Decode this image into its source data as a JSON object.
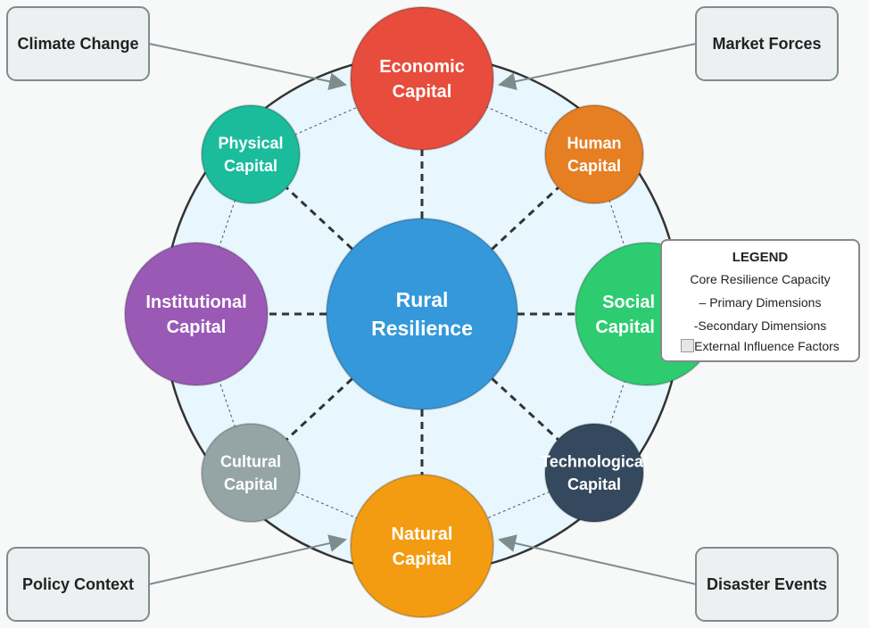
{
  "center": {
    "line1": "Rural",
    "line2": "Resilience",
    "color": "#3498db"
  },
  "nodes": [
    {
      "id": "economic",
      "line1": "Economic",
      "line2": "Capital",
      "color": "#e74c3c"
    },
    {
      "id": "human",
      "line1": "Human",
      "line2": "Capital",
      "color": "#e67e22"
    },
    {
      "id": "social",
      "line1": "Social",
      "line2": "Capital",
      "color": "#2ecc71"
    },
    {
      "id": "technological",
      "line1": "Technological",
      "line2": "Capital",
      "color": "#34495e"
    },
    {
      "id": "natural",
      "line1": "Natural",
      "line2": "Capital",
      "color": "#f39c12"
    },
    {
      "id": "cultural",
      "line1": "Cultural",
      "line2": "Capital",
      "color": "#95a5a6"
    },
    {
      "id": "institutional",
      "line1": "Institutional",
      "line2": "Capital",
      "color": "#9b59b6"
    },
    {
      "id": "physical",
      "line1": "Physical",
      "line2": "Capital",
      "color": "#1abc9c"
    }
  ],
  "external": [
    "Climate Change",
    "Market Forces",
    "Policy Context",
    "Disaster Events"
  ],
  "legend": {
    "title": "LEGEND",
    "items": [
      "Core Resilience Capacity",
      "Primary Dimensions",
      "-Secondary Dimensions",
      "External Influence Factors"
    ]
  }
}
